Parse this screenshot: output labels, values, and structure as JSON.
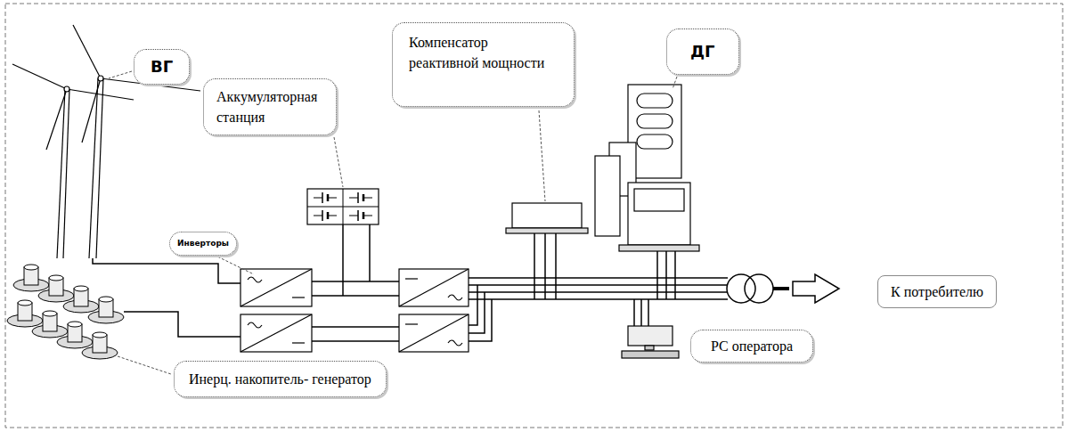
{
  "diagram": {
    "nodes": [
      {
        "text": [
          "ВГ"
        ]
      },
      {
        "text": [
          "Аккумуляторная станция"
        ]
      },
      {
        "text": [
          "Компенсатор реактивной мощности"
        ]
      },
      {
        "text": [
          "ДГ"
        ]
      },
      {
        "text": [
          "Инверторы"
        ]
      },
      {
        "text": [
          "К потребителю"
        ]
      },
      {
        "text": [
          "РС оператора"
        ]
      },
      {
        "text": [
          "Инерц. накопитель- генератор"
        ]
      }
    ]
  }
}
